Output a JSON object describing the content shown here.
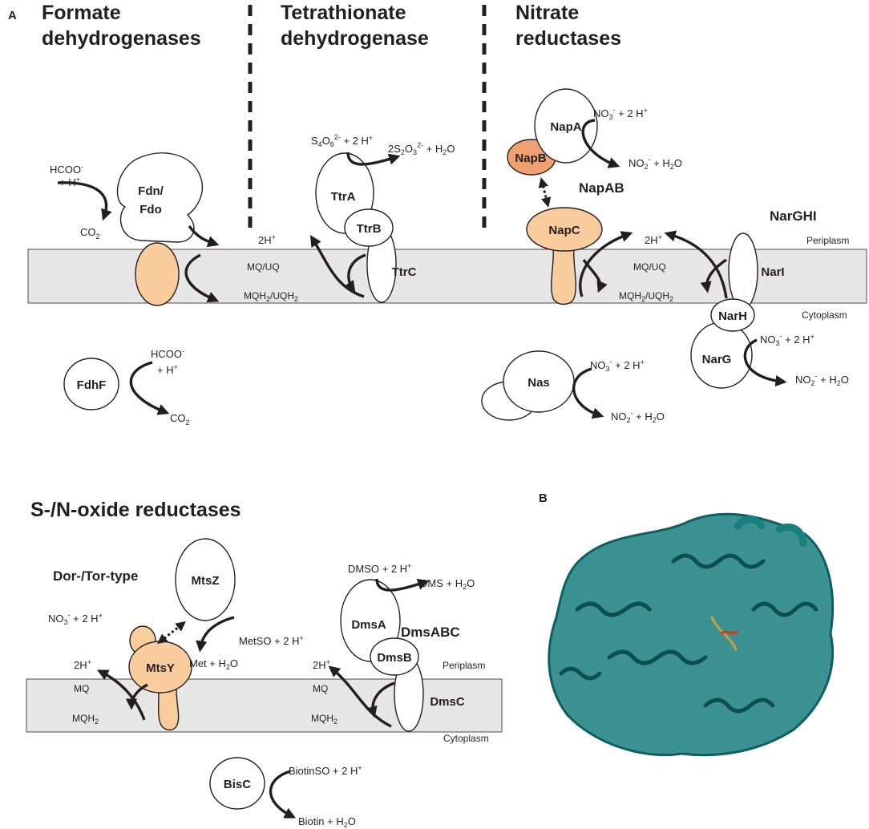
{
  "panels": {
    "a": "A",
    "b": "B"
  },
  "titles": {
    "formate": [
      "Formate",
      "dehydrogenases"
    ],
    "tetrathionate": [
      "Tetrathionate",
      "dehydrogenase"
    ],
    "nitrate": [
      "Nitrate",
      "reductases"
    ],
    "snoxide": "S-/N-oxide reductases"
  },
  "complexes": {
    "napab": "NapAB",
    "narghi": "NarGHI",
    "dortor": "Dor-/Tor-type",
    "dmsabc": "DmsABC"
  },
  "proteins": {
    "fdn": [
      "Fdn/",
      "Fdo"
    ],
    "fdhf": "FdhF",
    "ttra": "TtrA",
    "ttrb": "TtrB",
    "ttrc": "TtrC",
    "napa": "NapA",
    "napb": "NapB",
    "napc": "NapC",
    "nari": "NarI",
    "narh": "NarH",
    "narg": "NarG",
    "nas": "Nas",
    "mtsz": "MtsZ",
    "mtsy": "MtsY",
    "dmsa": "DmsA",
    "dmsb": "DmsB",
    "dmsc": "DmsC",
    "bisc": "BisC"
  },
  "compartments": {
    "periplasm": "Periplasm",
    "cytoplasm": "Cytoplasm"
  },
  "membrane_labels": {
    "protons": "2H",
    "mq_uq": "MQ/UQ",
    "mqh2_uqh2": "MQH",
    "uqh2_mid": "/UQH",
    "mq": "MQ",
    "mqh2": "MQH"
  },
  "reactions": {
    "formate": "HCOO",
    "plus_h": "+ H",
    "co2": "CO",
    "s4o6": "S",
    "plus_2h": "+ 2 H",
    "s2o3": "2S",
    "plus_h2o": "+ H",
    "no3": "NO",
    "no2": "NO",
    "dmso": "DMSO + 2 H",
    "dms": "DMS + H",
    "metso": "MetSO + 2 H",
    "met": "Met + H",
    "biotinso": "BiotinSO + 2 H",
    "biotin": "Biotin + H",
    "water_tail": "O"
  },
  "glyphs": {
    "plus": "+",
    "minus": "-",
    "two_minus": "2-",
    "two": "2",
    "three": "3",
    "four": "4",
    "six": "6"
  },
  "colors": {
    "membrane": "#e6e6e6",
    "heme_protein": "#f8cc9c",
    "napb_protein": "#f0a070",
    "protein_structure": "#1a7f80"
  }
}
